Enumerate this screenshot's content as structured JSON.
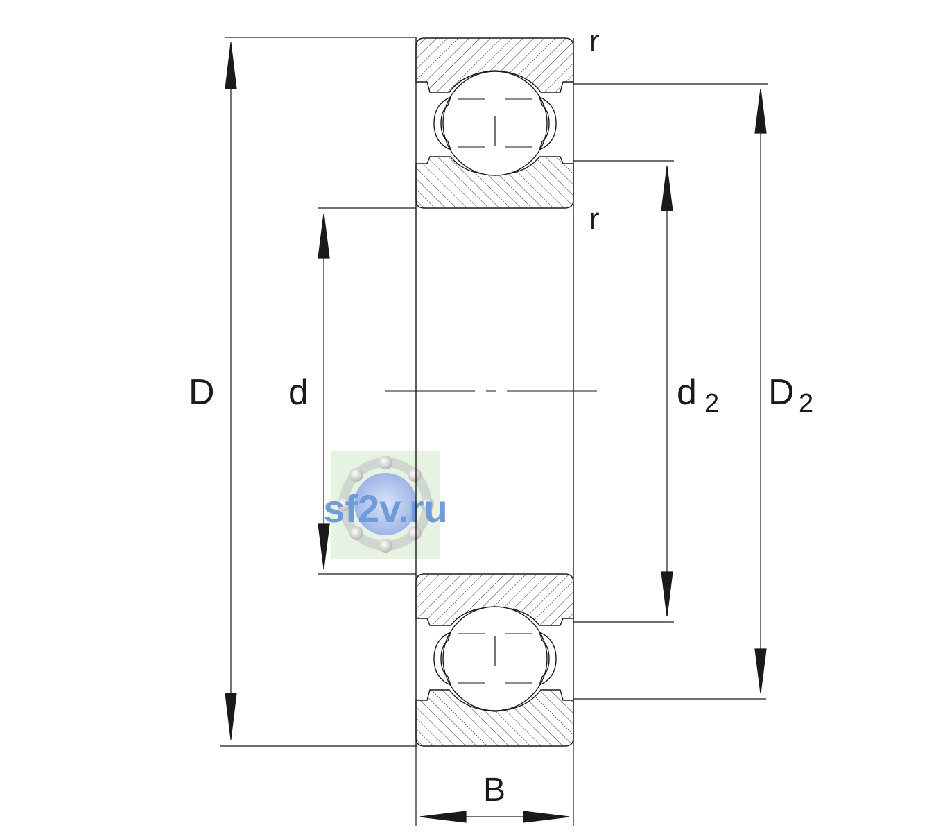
{
  "labels": {
    "D": "D",
    "d": "d",
    "d2_main": "d",
    "d2_sub": "2",
    "D2_main": "D",
    "D2_sub": "2",
    "B": "B",
    "r_top": "r",
    "r_mid": "r"
  },
  "watermark": {
    "text": "sf2v.ru",
    "color": "#6f9bd8"
  },
  "colors": {
    "line": "#1a1a1a",
    "hatch": "#333333",
    "watermark_bg": "#e6f3e2"
  }
}
